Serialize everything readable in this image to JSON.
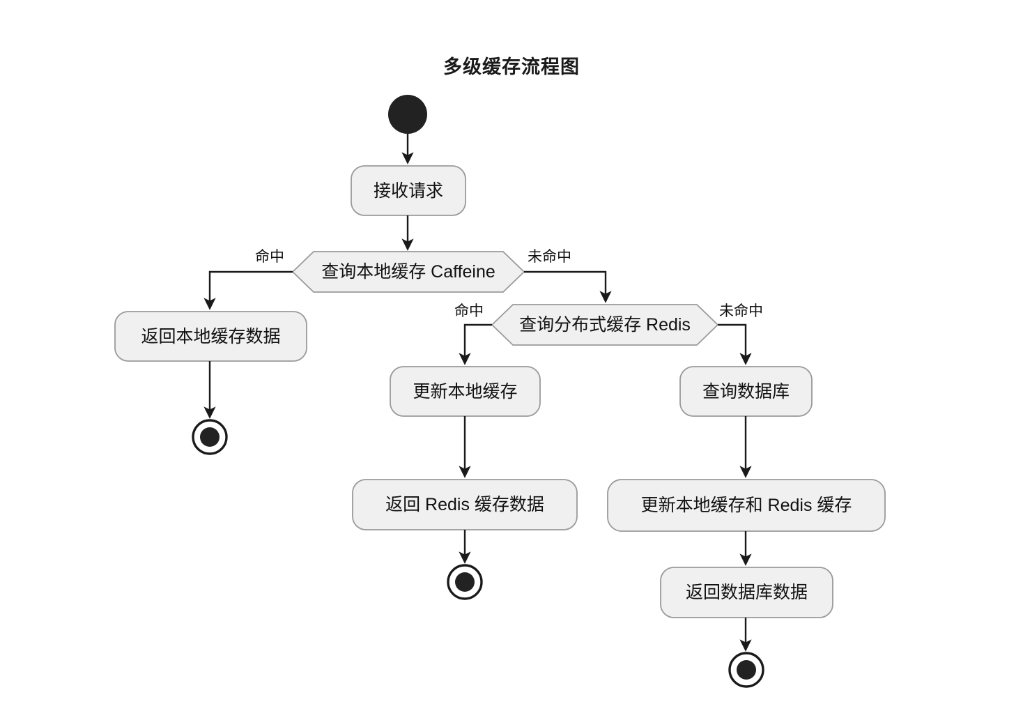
{
  "title": "多级缓存流程图",
  "theme": {
    "background": "#ffffff",
    "node_fill": "#f0f0f0",
    "node_stroke": "#9a9a9a",
    "edge_stroke": "#1a1a1a",
    "text_color": "#111111",
    "terminal_fill": "#222222"
  },
  "nodes": {
    "start": {
      "type": "start-node",
      "label": ""
    },
    "receive_request": {
      "type": "action",
      "label": "接收请求"
    },
    "query_local_cache": {
      "type": "decision",
      "label": "查询本地缓存 Caffeine"
    },
    "return_local_data": {
      "type": "action",
      "label": "返回本地缓存数据"
    },
    "end_local": {
      "type": "end-node",
      "label": ""
    },
    "query_redis": {
      "type": "decision",
      "label": "查询分布式缓存 Redis"
    },
    "update_local_cache": {
      "type": "action",
      "label": "更新本地缓存"
    },
    "return_redis_data": {
      "type": "action",
      "label": "返回 Redis 缓存数据"
    },
    "end_redis": {
      "type": "end-node",
      "label": ""
    },
    "query_database": {
      "type": "action",
      "label": "查询数据库"
    },
    "update_local_and_redis": {
      "type": "action",
      "label": "更新本地缓存和 Redis 缓存"
    },
    "return_db_data": {
      "type": "action",
      "label": "返回数据库数据"
    },
    "end_db": {
      "type": "end-node",
      "label": ""
    }
  },
  "edge_labels": {
    "local_hit": "命中",
    "local_miss": "未命中",
    "redis_hit": "命中",
    "redis_miss": "未命中"
  },
  "chart_data": {
    "type": "diagram",
    "title": "多级缓存流程图",
    "diagram_kind": "activity-flowchart",
    "nodes": [
      {
        "id": "start",
        "shape": "filled-circle",
        "text": ""
      },
      {
        "id": "receive_request",
        "shape": "rounded-rect",
        "text": "接收请求"
      },
      {
        "id": "query_local_cache",
        "shape": "hexagon",
        "text": "查询本地缓存 Caffeine"
      },
      {
        "id": "return_local_data",
        "shape": "rounded-rect",
        "text": "返回本地缓存数据"
      },
      {
        "id": "end_local",
        "shape": "bullseye",
        "text": ""
      },
      {
        "id": "query_redis",
        "shape": "hexagon",
        "text": "查询分布式缓存 Redis"
      },
      {
        "id": "update_local_cache",
        "shape": "rounded-rect",
        "text": "更新本地缓存"
      },
      {
        "id": "return_redis_data",
        "shape": "rounded-rect",
        "text": "返回 Redis 缓存数据"
      },
      {
        "id": "end_redis",
        "shape": "bullseye",
        "text": ""
      },
      {
        "id": "query_database",
        "shape": "rounded-rect",
        "text": "查询数据库"
      },
      {
        "id": "update_local_and_redis",
        "shape": "rounded-rect",
        "text": "更新本地缓存和 Redis 缓存"
      },
      {
        "id": "return_db_data",
        "shape": "rounded-rect",
        "text": "返回数据库数据"
      },
      {
        "id": "end_db",
        "shape": "bullseye",
        "text": ""
      }
    ],
    "edges": [
      {
        "from": "start",
        "to": "receive_request",
        "label": ""
      },
      {
        "from": "receive_request",
        "to": "query_local_cache",
        "label": ""
      },
      {
        "from": "query_local_cache",
        "to": "return_local_data",
        "label": "命中"
      },
      {
        "from": "query_local_cache",
        "to": "query_redis",
        "label": "未命中"
      },
      {
        "from": "return_local_data",
        "to": "end_local",
        "label": ""
      },
      {
        "from": "query_redis",
        "to": "update_local_cache",
        "label": "命中"
      },
      {
        "from": "query_redis",
        "to": "query_database",
        "label": "未命中"
      },
      {
        "from": "update_local_cache",
        "to": "return_redis_data",
        "label": ""
      },
      {
        "from": "return_redis_data",
        "to": "end_redis",
        "label": ""
      },
      {
        "from": "query_database",
        "to": "update_local_and_redis",
        "label": ""
      },
      {
        "from": "update_local_and_redis",
        "to": "return_db_data",
        "label": ""
      },
      {
        "from": "return_db_data",
        "to": "end_db",
        "label": ""
      }
    ]
  }
}
